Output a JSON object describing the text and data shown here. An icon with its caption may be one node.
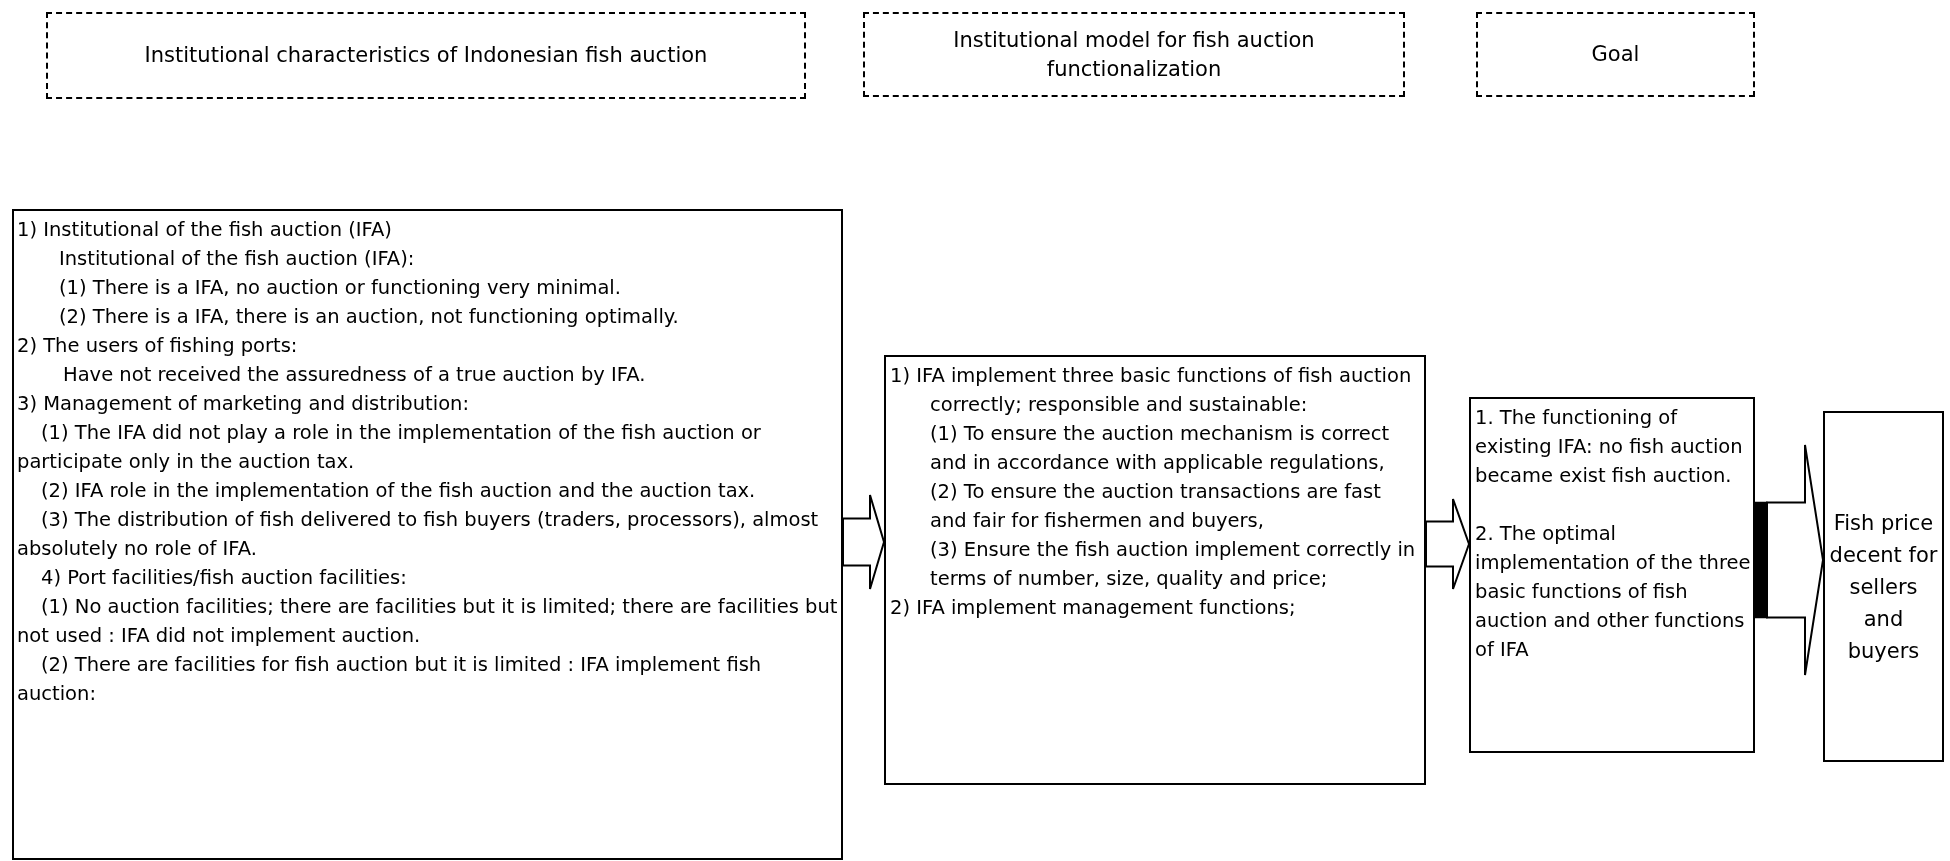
{
  "diagram": {
    "nodes": [
      {
        "text": [
          "Institutional characteristics of Indonesian fish auction"
        ]
      },
      {
        "text": [
          "Institutional model for fish auction functionalization"
        ]
      },
      {
        "text": [
          "Goal"
        ]
      },
      {
        "text": [
          "1)  Institutional of the fish auction (IFA)",
          "Institutional of the fish auction (IFA):",
          "(1) There is a IFA, no auction or functioning very minimal.",
          "(2) There is a IFA, there is an auction, not functioning optimally.",
          "2) The users of fishing ports:",
          "Have not received the assuredness of a true auction by IFA.",
          "3) Management of marketing and distribution:",
          "(1) The IFA did not play a role in the implementation of the fish auction or participate only in the auction tax.",
          "(2) IFA role in the implementation of the fish auction and the auction tax.",
          "(3) The distribution of fish delivered to fish buyers (traders, processors), almost absolutely no role of IFA.",
          "4) Port facilities/fish auction facilities:",
          "(1) No auction facilities; there are facilities but it is limited; there are facilities but not used : IFA did not implement auction.",
          "(2) There are facilities for fish auction but it is limited : IFA implement fish auction:"
        ]
      },
      {
        "text": [
          "1)  IFA implement three basic functions of fish auction correctly; responsible and sustainable:",
          "(1) To ensure the auction mechanism is correct and in accordance with applicable regulations,",
          "(2) To ensure the auction transactions are fast and fair for fishermen and buyers,",
          "(3) Ensure the fish auction implement correctly in terms of number, size, quality and price;",
          "2)  IFA implement management functions;"
        ]
      },
      {
        "text": [
          "1. The functioning of existing IFA: no fish auction became exist fish auction.",
          "2. The optimal implementation of the three basic functions of fish auction and other functions of IFA"
        ]
      },
      {
        "text": [
          "Fish price decent for sellers and buyers"
        ]
      }
    ],
    "edges": [
      {
        "from": 3,
        "to": 4,
        "arrow": "to"
      },
      {
        "from": 4,
        "to": 5,
        "arrow": "to"
      },
      {
        "from": 5,
        "to": 6,
        "arrow": "to",
        "style": "thick"
      }
    ]
  }
}
